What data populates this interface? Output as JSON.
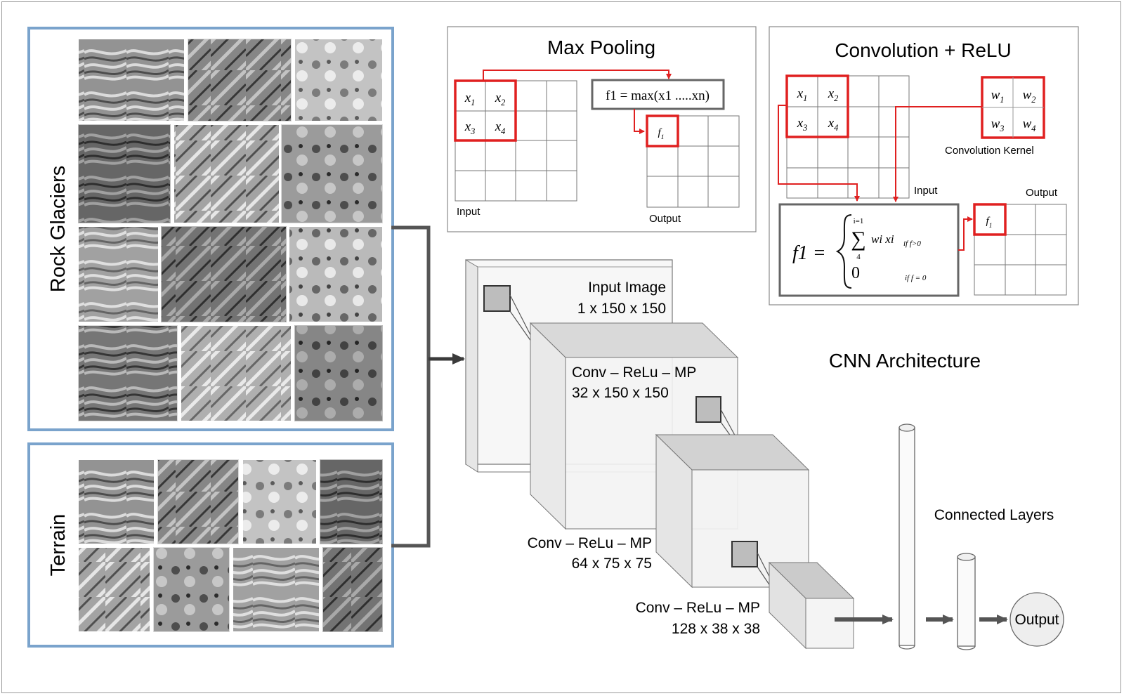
{
  "groups": {
    "rock_glaciers": "Rock Glaciers",
    "terrain": "Terrain"
  },
  "max_pooling": {
    "title": "Max Pooling",
    "input_label": "Input",
    "output_label": "Output",
    "input_cells": [
      "x1",
      "x2",
      "x3",
      "x4"
    ],
    "formula": "f1 = max(x1 .....xn)",
    "output_cell": "f1"
  },
  "convolution": {
    "title": "Convolution + ReLU",
    "input_label": "Input",
    "output_label": "Output",
    "kernel_label": "Convolution Kernel",
    "input_cells": [
      "x1",
      "x2",
      "x3",
      "x4"
    ],
    "kernel_cells": [
      "w1",
      "w2",
      "w3",
      "w4"
    ],
    "output_cell": "f1",
    "formula_lhs": "f1 =",
    "sum_upper": "i=1",
    "sum_lower": "4",
    "sum_term": "wi xi",
    "cond1": "if f>0",
    "zero": "0",
    "cond2": "if f = 0"
  },
  "architecture": {
    "title": "CNN Architecture",
    "input": {
      "name": "Input Image",
      "dims": "1 x 150 x 150"
    },
    "layer1": {
      "name": "Conv – ReLu – MP",
      "dims": "32 x 150 x 150"
    },
    "layer2": {
      "name": "Conv – ReLu – MP",
      "dims": "64 x 75 x 75"
    },
    "layer3": {
      "name": "Conv – ReLu – MP",
      "dims": "128 x 38 x 38"
    },
    "connected_label": "Connected Layers",
    "output_label": "Output"
  },
  "colors": {
    "frame_blue": "#7aa3cc",
    "highlight_red": "#e02020",
    "block_fill": "#f2f2f2",
    "block_top": "#d6d6d6",
    "arrow_gray": "#555555"
  }
}
